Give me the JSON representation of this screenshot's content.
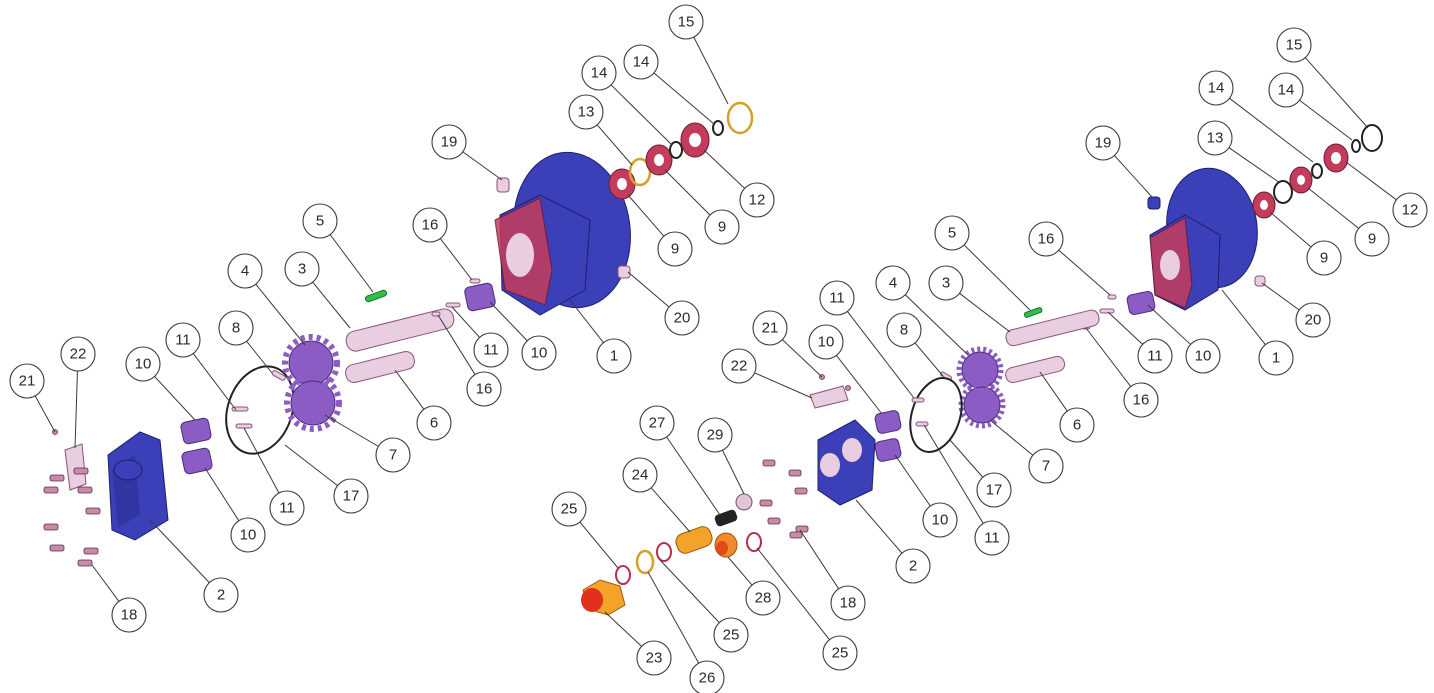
{
  "assemblies": [
    {
      "id": "left",
      "labels": [
        "21",
        "22",
        "10",
        "11",
        "8",
        "4",
        "3",
        "5",
        "16",
        "19",
        "13",
        "14",
        "15",
        "14",
        "12",
        "9",
        "9",
        "20",
        "1",
        "10",
        "11",
        "16",
        "6",
        "7",
        "17",
        "11",
        "10",
        "2",
        "18"
      ]
    },
    {
      "id": "right",
      "labels": [
        "15",
        "14",
        "14",
        "19",
        "13",
        "12",
        "9",
        "9",
        "16",
        "5",
        "20",
        "11",
        "4",
        "3",
        "10",
        "1",
        "11",
        "21",
        "8",
        "10",
        "22",
        "16",
        "6",
        "7",
        "17",
        "27",
        "29",
        "11",
        "10",
        "24",
        "25",
        "2",
        "18",
        "28",
        "25",
        "25",
        "23",
        "26"
      ]
    }
  ],
  "balloons": {
    "l21": "21",
    "l22": "22",
    "l10a": "10",
    "l11a": "11",
    "l8": "8",
    "l4": "4",
    "l3": "3",
    "l5": "5",
    "l16a": "16",
    "l19": "19",
    "l13": "13",
    "l14a": "14",
    "l15": "15",
    "l14b": "14",
    "l12": "12",
    "l9a": "9",
    "l9b": "9",
    "l20": "20",
    "l1": "1",
    "l10b": "10",
    "l11b": "11",
    "l16b": "16",
    "l6": "6",
    "l7": "7",
    "l17": "17",
    "l11c": "11",
    "l10c": "10",
    "l2": "2",
    "l18": "18",
    "r15": "15",
    "r14a": "14",
    "r14b": "14",
    "r19": "19",
    "r13": "13",
    "r12": "12",
    "r9a": "9",
    "r9b": "9",
    "r16a": "16",
    "r5": "5",
    "r20": "20",
    "r11a": "11",
    "r4": "4",
    "r3": "3",
    "r10a": "10",
    "r1": "1",
    "r11b": "11",
    "r21": "21",
    "r8": "8",
    "r10b": "10",
    "r22": "22",
    "r16b": "16",
    "r6": "6",
    "r7": "7",
    "r17": "17",
    "r27": "27",
    "r29": "29",
    "r11c": "11",
    "r10c": "10",
    "r24": "24",
    "r25a": "25",
    "r2": "2",
    "r18": "18",
    "r28": "28",
    "r25b": "25",
    "r25c": "25",
    "r23": "23",
    "r26": "26"
  },
  "colors": {
    "housing": "#3b3fb8",
    "bushing": "#8a5cc4",
    "shaft": "#e9cde0",
    "bearing": "#c43c5c",
    "key": "#2fbf4a",
    "relief_valve": "#f3a22a"
  }
}
